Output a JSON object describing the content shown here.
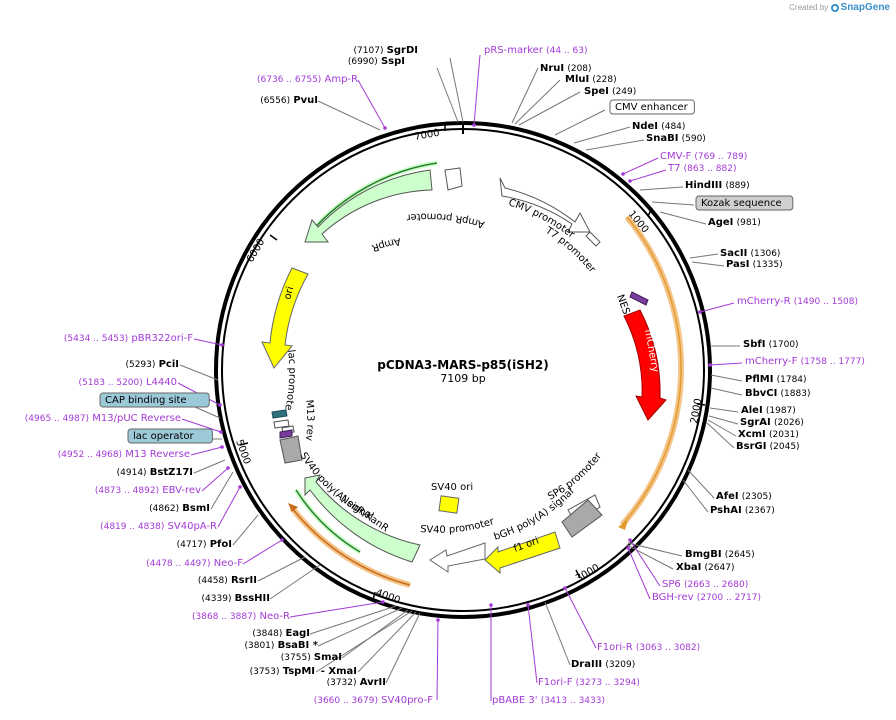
{
  "credit": {
    "prefix": "Created by",
    "brand": "SnapGene"
  },
  "plasmid": {
    "name": "pCDNA3-MARS-p85(iSH2)",
    "size": "7109 bp"
  },
  "ticks": [
    "1000",
    "2000",
    "3000",
    "4000",
    "5000",
    "6000",
    "7000"
  ],
  "features": [
    {
      "name": "CMV promoter",
      "color": "#ffffff"
    },
    {
      "name": "T7 promoter",
      "color": "#ffffff"
    },
    {
      "name": "NES",
      "color": "#7a3b9e"
    },
    {
      "name": "mCherry",
      "color": "#ff0000"
    },
    {
      "name": "SP6 promoter",
      "color": "#ffffff"
    },
    {
      "name": "bGH poly(A) signal",
      "color": "#a9a9a9"
    },
    {
      "name": "f1 ori",
      "color": "#ffff00"
    },
    {
      "name": "SV40 ori",
      "color": "#ffff00"
    },
    {
      "name": "SV40 promoter",
      "color": "#ffffff"
    },
    {
      "name": "NeoR/KanR",
      "color": "#ccffcc"
    },
    {
      "name": "SV40 poly(A) signal",
      "color": "#a9a9a9"
    },
    {
      "name": "M13 rev",
      "color": "#ffffff"
    },
    {
      "name": "lac promoter",
      "color": "#ffffff"
    },
    {
      "name": "ori",
      "color": "#ffff00"
    },
    {
      "name": "AmpR",
      "color": "#ccffcc"
    },
    {
      "name": "AmpR promoter",
      "color": "#ffffff"
    }
  ],
  "labels": [
    {
      "id": "SgrDI",
      "kind": "site",
      "name": "SgrDI",
      "pos": "(7107)"
    },
    {
      "id": "SspI",
      "kind": "site",
      "name": "SspI",
      "pos": "(6990)"
    },
    {
      "id": "pRS",
      "kind": "primer",
      "name": "pRS-marker",
      "pos": "(44 .. 63)"
    },
    {
      "id": "NruI",
      "kind": "site",
      "name": "NruI",
      "pos": "(208)"
    },
    {
      "id": "MluI",
      "kind": "site",
      "name": "MluI",
      "pos": "(228)"
    },
    {
      "id": "SpeI",
      "kind": "site",
      "name": "SpeI",
      "pos": "(249)"
    },
    {
      "id": "CMVenh",
      "kind": "box",
      "name": "CMV enhancer",
      "pos": ""
    },
    {
      "id": "NdeI",
      "kind": "site",
      "name": "NdeI",
      "pos": "(484)"
    },
    {
      "id": "SnaBI",
      "kind": "site",
      "name": "SnaBI",
      "pos": "(590)"
    },
    {
      "id": "CMVF",
      "kind": "primer",
      "name": "CMV-F",
      "pos": "(769 .. 789)"
    },
    {
      "id": "T7",
      "kind": "primer",
      "name": "T7",
      "pos": "(863 .. 882)"
    },
    {
      "id": "HindIII",
      "kind": "site",
      "name": "HindIII",
      "pos": "(889)"
    },
    {
      "id": "Kozak",
      "kind": "box",
      "name": "Kozak sequence",
      "pos": ""
    },
    {
      "id": "AgeI",
      "kind": "site",
      "name": "AgeI",
      "pos": "(981)"
    },
    {
      "id": "SacII",
      "kind": "site",
      "name": "SacII",
      "pos": "(1306)"
    },
    {
      "id": "PasI",
      "kind": "site",
      "name": "PasI",
      "pos": "(1335)"
    },
    {
      "id": "mChR",
      "kind": "primer",
      "name": "mCherry-R",
      "pos": "(1490 .. 1508)"
    },
    {
      "id": "SbfI",
      "kind": "site",
      "name": "SbfI",
      "pos": "(1700)"
    },
    {
      "id": "mChF",
      "kind": "primer",
      "name": "mCherry-F",
      "pos": "(1758 .. 1777)"
    },
    {
      "id": "PflMI",
      "kind": "site",
      "name": "PflMI",
      "pos": "(1784)"
    },
    {
      "id": "BbvCI",
      "kind": "site",
      "name": "BbvCI",
      "pos": "(1883)"
    },
    {
      "id": "AleI",
      "kind": "site",
      "name": "AleI",
      "pos": "(1987)"
    },
    {
      "id": "SgrAI",
      "kind": "site",
      "name": "SgrAI",
      "pos": "(2026)"
    },
    {
      "id": "XcmI",
      "kind": "site",
      "name": "XcmI",
      "pos": "(2031)"
    },
    {
      "id": "BsrGI",
      "kind": "site",
      "name": "BsrGI",
      "pos": "(2045)"
    },
    {
      "id": "AfeI",
      "kind": "site",
      "name": "AfeI",
      "pos": "(2305)"
    },
    {
      "id": "PshAI",
      "kind": "site",
      "name": "PshAI",
      "pos": "(2367)"
    },
    {
      "id": "BmgBI",
      "kind": "site",
      "name": "BmgBI",
      "pos": "(2645)"
    },
    {
      "id": "XbaI",
      "kind": "site",
      "name": "XbaI",
      "pos": "(2647)"
    },
    {
      "id": "SP6",
      "kind": "primer",
      "name": "SP6",
      "pos": "(2663 .. 2680)"
    },
    {
      "id": "BGHrev",
      "kind": "primer",
      "name": "BGH-rev",
      "pos": "(2700 .. 2717)"
    },
    {
      "id": "F1oriR",
      "kind": "primer",
      "name": "F1ori-R",
      "pos": "(3063 .. 3082)"
    },
    {
      "id": "DraIII",
      "kind": "site",
      "name": "DraIII",
      "pos": "(3209)"
    },
    {
      "id": "F1oriF",
      "kind": "primer",
      "name": "F1ori-F",
      "pos": "(3273 .. 3294)"
    },
    {
      "id": "pBABE",
      "kind": "primer",
      "name": "pBABE 3'",
      "pos": "(3413 .. 3433)"
    },
    {
      "id": "SV40proF",
      "kind": "primer",
      "name": "SV40pro-F",
      "pos": "(3660 .. 3679)"
    },
    {
      "id": "AvrII",
      "kind": "site",
      "name": "AvrII",
      "pos": "(3732)"
    },
    {
      "id": "XmaI",
      "kind": "site",
      "name": "- XmaI",
      "pos": ""
    },
    {
      "id": "TspMI",
      "kind": "site",
      "name": "TspMI",
      "pos": "(3753)"
    },
    {
      "id": "SmaI",
      "kind": "site",
      "name": "SmaI",
      "pos": "(3755)"
    },
    {
      "id": "BsaBI",
      "kind": "site",
      "name": "BsaBI *",
      "pos": "(3801)"
    },
    {
      "id": "EagI",
      "kind": "site",
      "name": "EagI",
      "pos": "(3848)"
    },
    {
      "id": "NeoR",
      "kind": "primer",
      "name": "Neo-R",
      "pos": "(3868 .. 3887)"
    },
    {
      "id": "BssHII",
      "kind": "site",
      "name": "BssHII",
      "pos": "(4339)"
    },
    {
      "id": "RsrII",
      "kind": "site",
      "name": "RsrII",
      "pos": "(4458)"
    },
    {
      "id": "NeoF",
      "kind": "primer",
      "name": "Neo-F",
      "pos": "(4478 .. 4497)"
    },
    {
      "id": "PfoI",
      "kind": "site",
      "name": "PfoI",
      "pos": "(4717)"
    },
    {
      "id": "SV40pAR",
      "kind": "primer",
      "name": "SV40pA-R",
      "pos": "(4819 .. 4838)"
    },
    {
      "id": "BsmI",
      "kind": "site",
      "name": "BsmI",
      "pos": "(4862)"
    },
    {
      "id": "EBVrev",
      "kind": "primer",
      "name": "EBV-rev",
      "pos": "(4873 .. 4892)"
    },
    {
      "id": "BstZ17I",
      "kind": "site",
      "name": "BstZ17I",
      "pos": "(4914)"
    },
    {
      "id": "M13Rev",
      "kind": "primer",
      "name": "M13 Reverse",
      "pos": "(4952 .. 4968)"
    },
    {
      "id": "lacop",
      "kind": "boxteal",
      "name": "lac operator",
      "pos": ""
    },
    {
      "id": "M13pUC",
      "kind": "primer",
      "name": "M13/pUC Reverse",
      "pos": "(4965 .. 4987)"
    },
    {
      "id": "CAP",
      "kind": "boxteal",
      "name": "CAP binding site",
      "pos": ""
    },
    {
      "id": "L4440",
      "kind": "primer",
      "name": "L4440",
      "pos": "(5183 .. 5200)"
    },
    {
      "id": "PciI",
      "kind": "site",
      "name": "PciI",
      "pos": "(5293)"
    },
    {
      "id": "pBR322",
      "kind": "primer",
      "name": "pBR322ori-F",
      "pos": "(5434 .. 5453)"
    },
    {
      "id": "PvuI",
      "kind": "site",
      "name": "PvuI",
      "pos": "(6556)"
    },
    {
      "id": "AmpRprimer",
      "kind": "primer",
      "name": "Amp-R",
      "pos": "(6736 .. 6755)"
    }
  ]
}
